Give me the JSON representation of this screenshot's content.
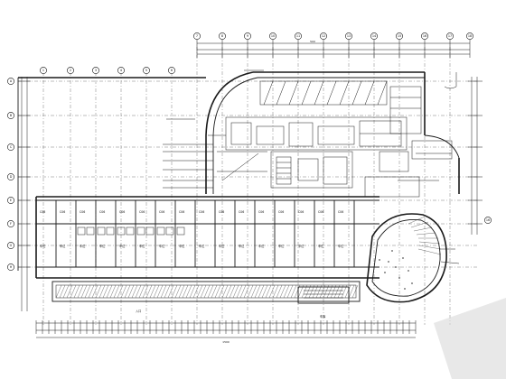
{
  "drawing": {
    "top_dimension": "500",
    "bottom_dimension": "1500",
    "right_axis_tag": "16",
    "bottom_notes": [
      "入口",
      "车库"
    ]
  },
  "axis_numbers_top": [
    "1",
    "2",
    "3",
    "4",
    "5",
    "6",
    "7",
    "8",
    "9",
    "10",
    "11",
    "12",
    "13",
    "14",
    "15",
    "16",
    "17",
    "18"
  ],
  "axis_letters_left": [
    "A",
    "B",
    "C",
    "D",
    "E",
    "F",
    "G",
    "H"
  ],
  "room_labels_row1": [
    "C06",
    "C06",
    "C06",
    "C06",
    "C06",
    "C06",
    "C06",
    "C06",
    "C06",
    "C06",
    "C06",
    "C06",
    "C06",
    "C06",
    "C06",
    "C06"
  ],
  "room_labels_row2": [
    "车位",
    "车位",
    "车位",
    "车位",
    "车位",
    "车位",
    "车位",
    "车位",
    "车位",
    "车位",
    "车位",
    "车位",
    "车位",
    "车位",
    "车位",
    "车位"
  ]
}
